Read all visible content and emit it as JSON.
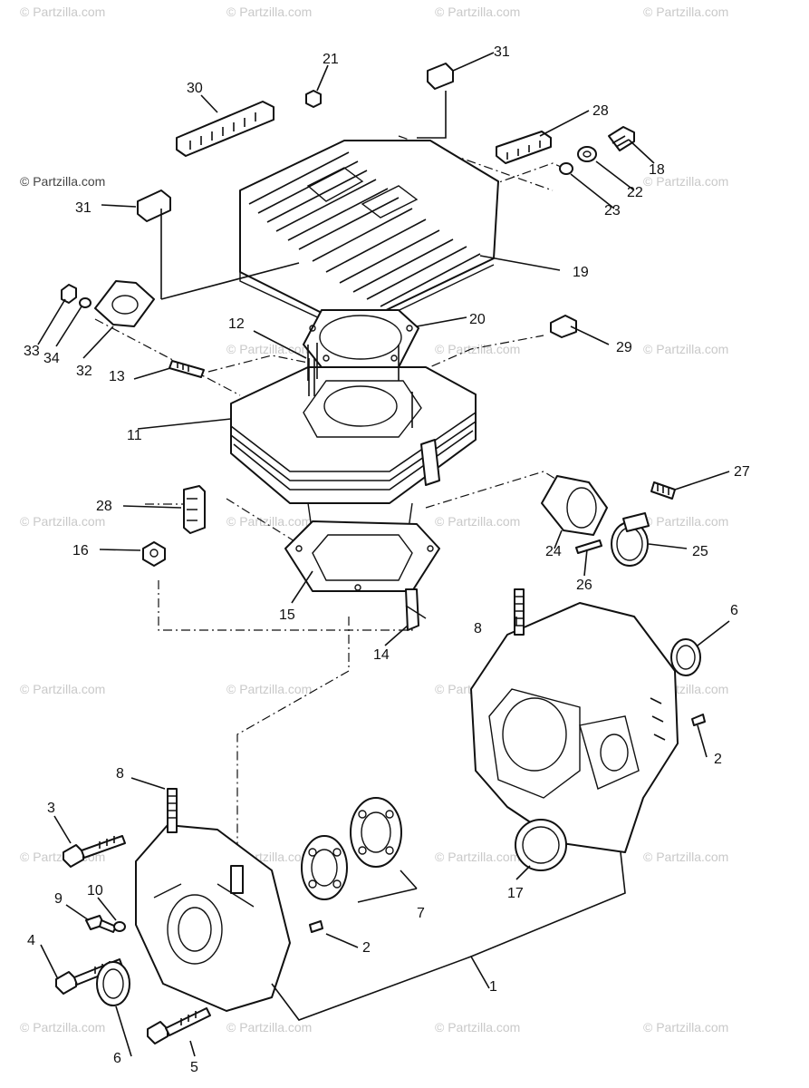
{
  "watermark": {
    "text": "© Partzilla.com",
    "main_text": "© Partzilla.com"
  },
  "callouts": {
    "c1": "1",
    "c2a": "2",
    "c2b": "2",
    "c3": "3",
    "c4": "4",
    "c5": "5",
    "c6a": "6",
    "c6b": "6",
    "c7": "7",
    "c8a": "8",
    "c8b": "8",
    "c9": "9",
    "c10": "10",
    "c11": "11",
    "c12": "12",
    "c13": "13",
    "c14": "14",
    "c15": "15",
    "c16": "16",
    "c17": "17",
    "c18": "18",
    "c19": "19",
    "c20": "20",
    "c21": "21",
    "c22": "22",
    "c23": "23",
    "c24": "24",
    "c25": "25",
    "c26": "26",
    "c27": "27",
    "c28a": "28",
    "c28b": "28",
    "c29": "29",
    "c30": "30",
    "c31a": "31",
    "c31b": "31",
    "c32": "32",
    "c33": "33",
    "c34": "34"
  }
}
